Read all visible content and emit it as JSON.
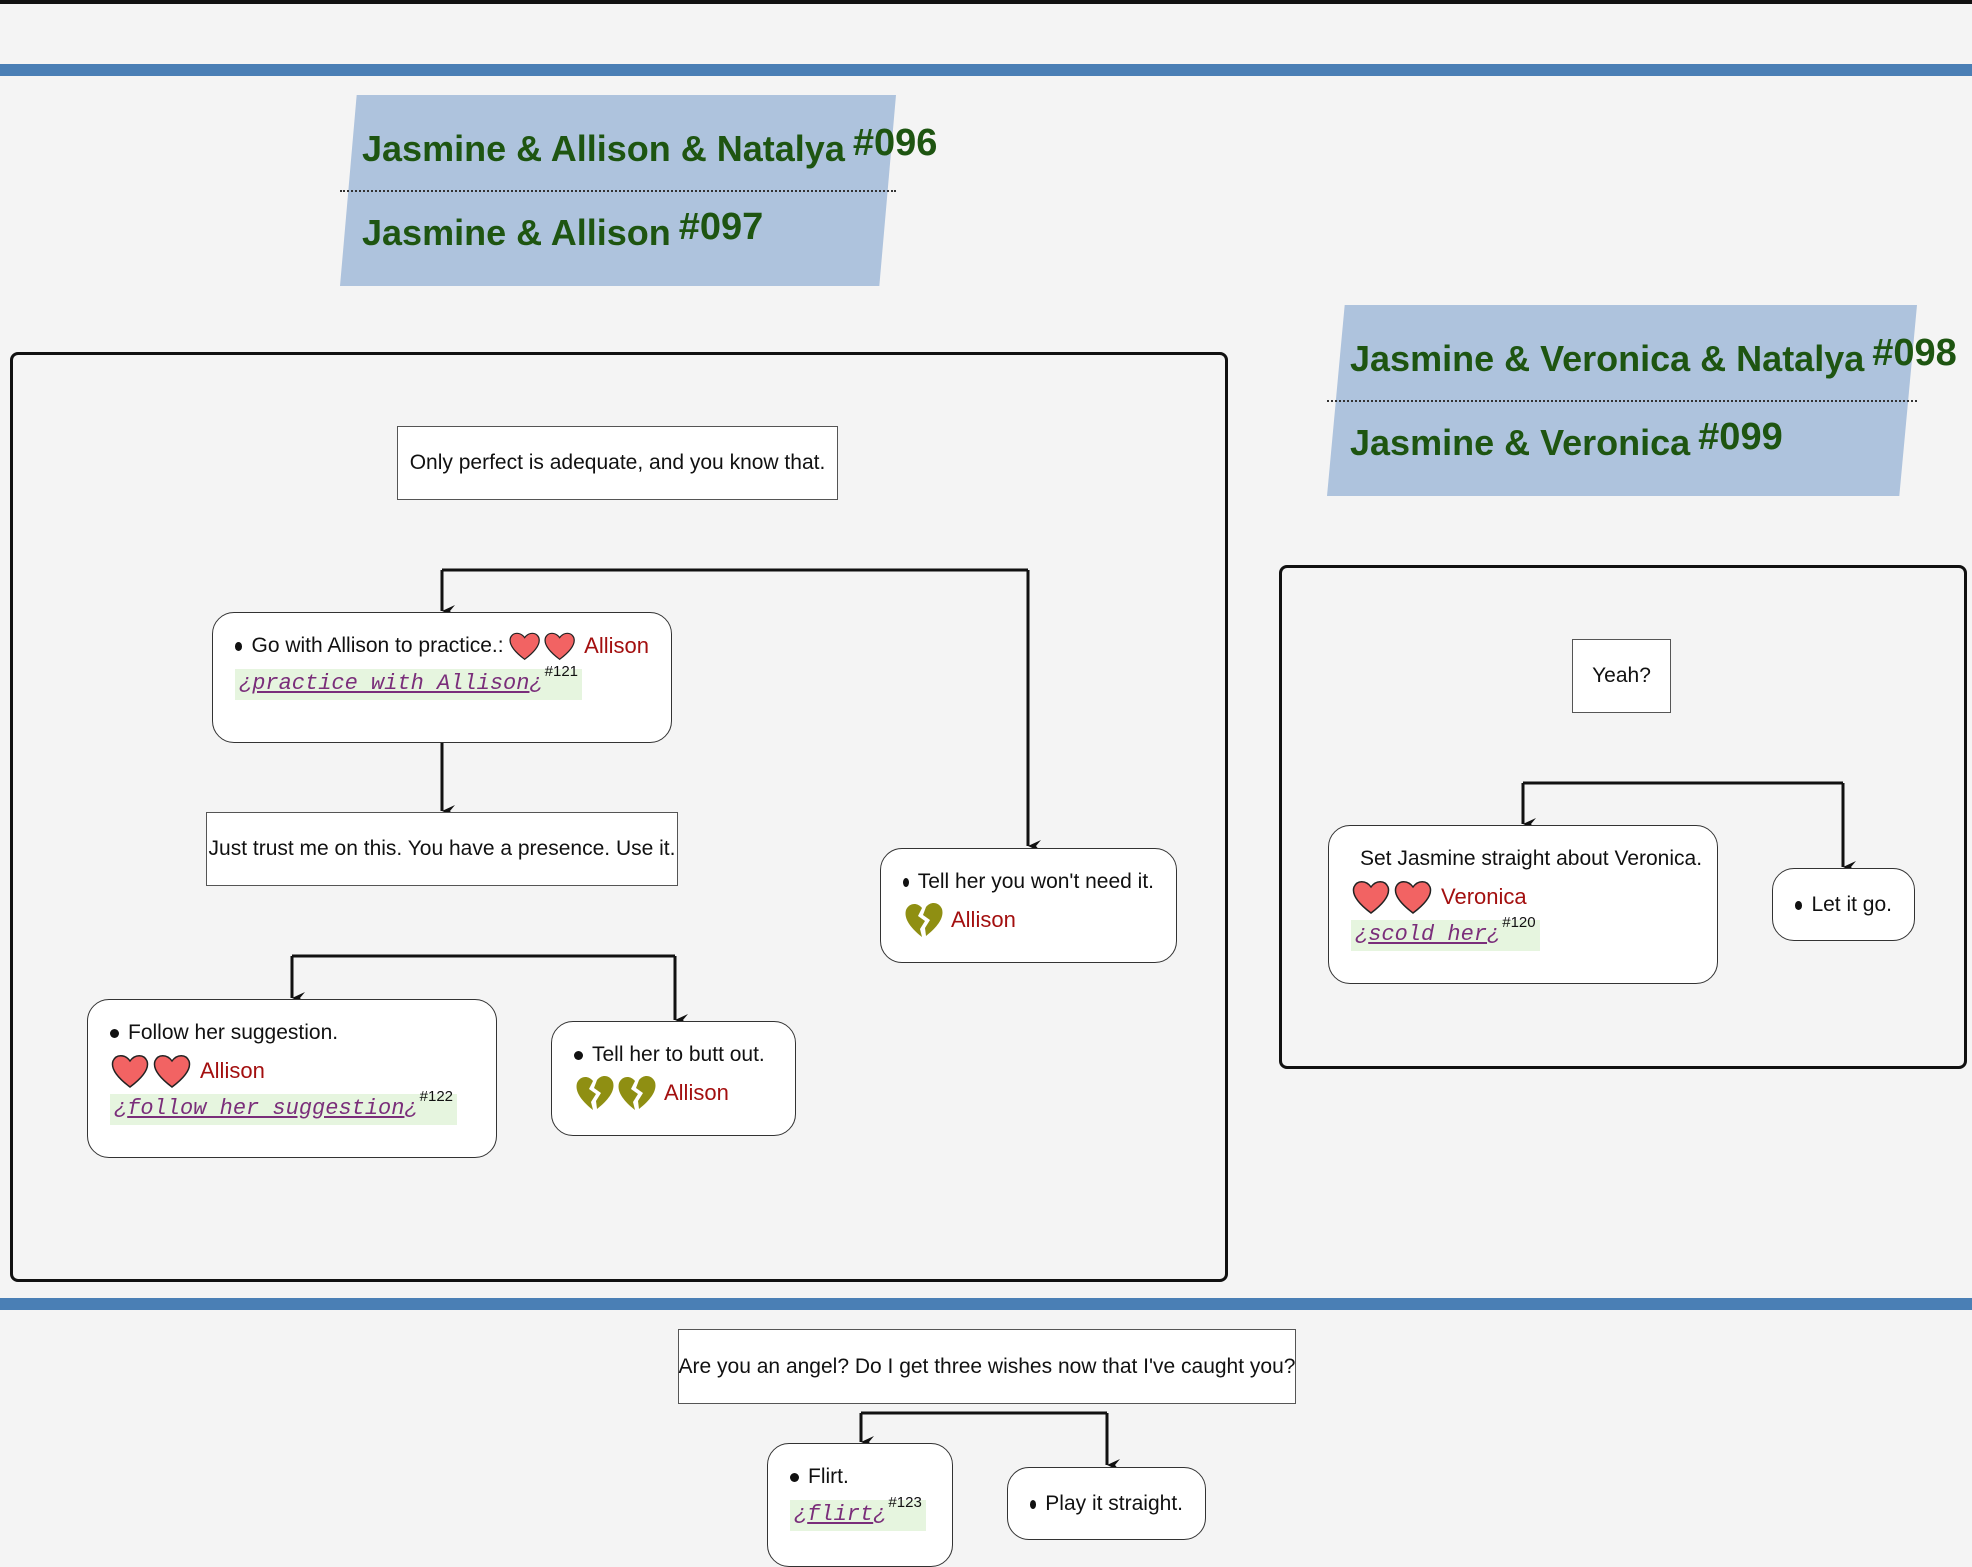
{
  "scenes": [
    {
      "title_a": "Jasmine & Allison & Natalya",
      "num_a": "#096",
      "title_b": "Jasmine & Allison",
      "num_b": "#097"
    },
    {
      "title_a": "Jasmine & Veronica & Natalya",
      "num_a": "#098",
      "title_b": "Jasmine & Veronica",
      "num_b": "#099"
    }
  ],
  "block1": {
    "prompt": "Only perfect is adequate, and you know that.",
    "choice_practice": {
      "text": "Go with Allison to practice.:",
      "character": "Allison",
      "link": "practice with Allison",
      "ref": "#121"
    },
    "followup": "Just trust me on this. You have a presence. Use it.",
    "choice_follow": {
      "text": "Follow her suggestion.",
      "character": "Allison",
      "link": "follow her suggestion",
      "ref": "#122"
    },
    "choice_butt": {
      "text": "Tell her to butt out.",
      "character": "Allison"
    },
    "choice_wont": {
      "text": "Tell her you won't need it.",
      "character": "Allison"
    }
  },
  "block2": {
    "prompt": "Yeah?",
    "choice_set": {
      "text": "Set Jasmine straight about Veronica.",
      "character": "Veronica",
      "link": "scold her",
      "ref": "#120"
    },
    "choice_let": {
      "text": "Let it go."
    }
  },
  "block3": {
    "prompt": "Are you an angel? Do I get three wishes now that I've caught you?",
    "choice_flirt": {
      "text": "Flirt.",
      "link": "flirt",
      "ref": "#123"
    },
    "choice_straight": {
      "text": "Play it straight."
    }
  },
  "link_open": "¿",
  "link_close": "¿",
  "colors": {
    "accent_bar": "#4a7fb5",
    "banner": "#aec3dd",
    "title_green": "#1e5511",
    "heart": "#f26363",
    "broken_heart": "#8f8f12",
    "character": "#a30f0f"
  }
}
